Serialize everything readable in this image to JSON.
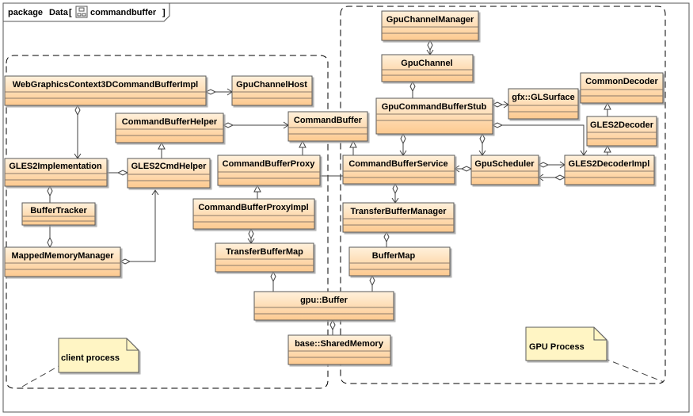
{
  "package": {
    "keyword": "package",
    "name": "Data",
    "open_bracket": "[",
    "diagram_name": "commandbuffer",
    "close_bracket": "]",
    "icon": "class-diagram-icon"
  },
  "classes": {
    "webgraphics": "WebGraphicsContext3DCommandBufferImpl",
    "gpu_channel_host": "GpuChannelHost",
    "command_buffer_helper": "CommandBufferHelper",
    "command_buffer": "CommandBuffer",
    "gles2_implementation": "GLES2Implementation",
    "gles2_cmd_helper": "GLES2CmdHelper",
    "command_buffer_proxy": "CommandBufferProxy",
    "buffer_tracker": "BufferTracker",
    "command_buffer_proxy_impl": "CommandBufferProxyImpl",
    "mapped_memory_manager": "MappedMemoryManager",
    "transfer_buffer_map": "TransferBufferMap",
    "gpu_buffer": "gpu::Buffer",
    "shared_memory": "base::SharedMemory",
    "gpu_channel_manager": "GpuChannelManager",
    "gpu_channel": "GpuChannel",
    "gpu_command_buffer_stub": "GpuCommandBufferStub",
    "gl_surface": "gfx::GLSurface",
    "common_decoder": "CommonDecoder",
    "gles2_decoder": "GLES2Decoder",
    "command_buffer_service": "CommandBufferService",
    "gpu_scheduler": "GpuScheduler",
    "gles2_decoder_impl": "GLES2DecoderImpl",
    "transfer_buffer_manager": "TransferBufferManager",
    "buffer_map": "BufferMap"
  },
  "notes": {
    "client_process": "client process",
    "gpu_process": "GPU Process"
  },
  "colors": {
    "class_top": "#fff1dc",
    "class_bottom": "#fdc98f",
    "note_fill": "#fff5c4",
    "border": "#5a5a5a"
  }
}
